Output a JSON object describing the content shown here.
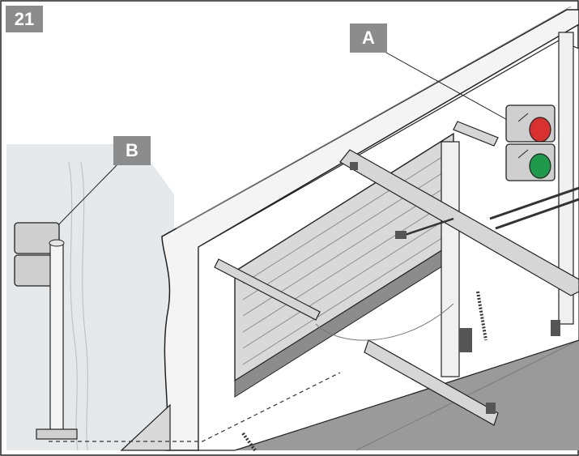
{
  "figure": {
    "number": "21"
  },
  "callouts": {
    "a": "A",
    "b": "B"
  },
  "colors": {
    "badge_background": "#8c8c8c",
    "badge_text": "#ffffff",
    "wall_shade": "#e6e9ec",
    "floor": "#9a9a9a",
    "light_red": "#d8312f",
    "light_green": "#1f9a4a",
    "housing": "#cfcfcf",
    "line": "#222222"
  },
  "icons": {
    "traffic_light_a": "two-lamp-traffic-light-icon",
    "traffic_light_b": "post-mounted-traffic-light-icon"
  }
}
